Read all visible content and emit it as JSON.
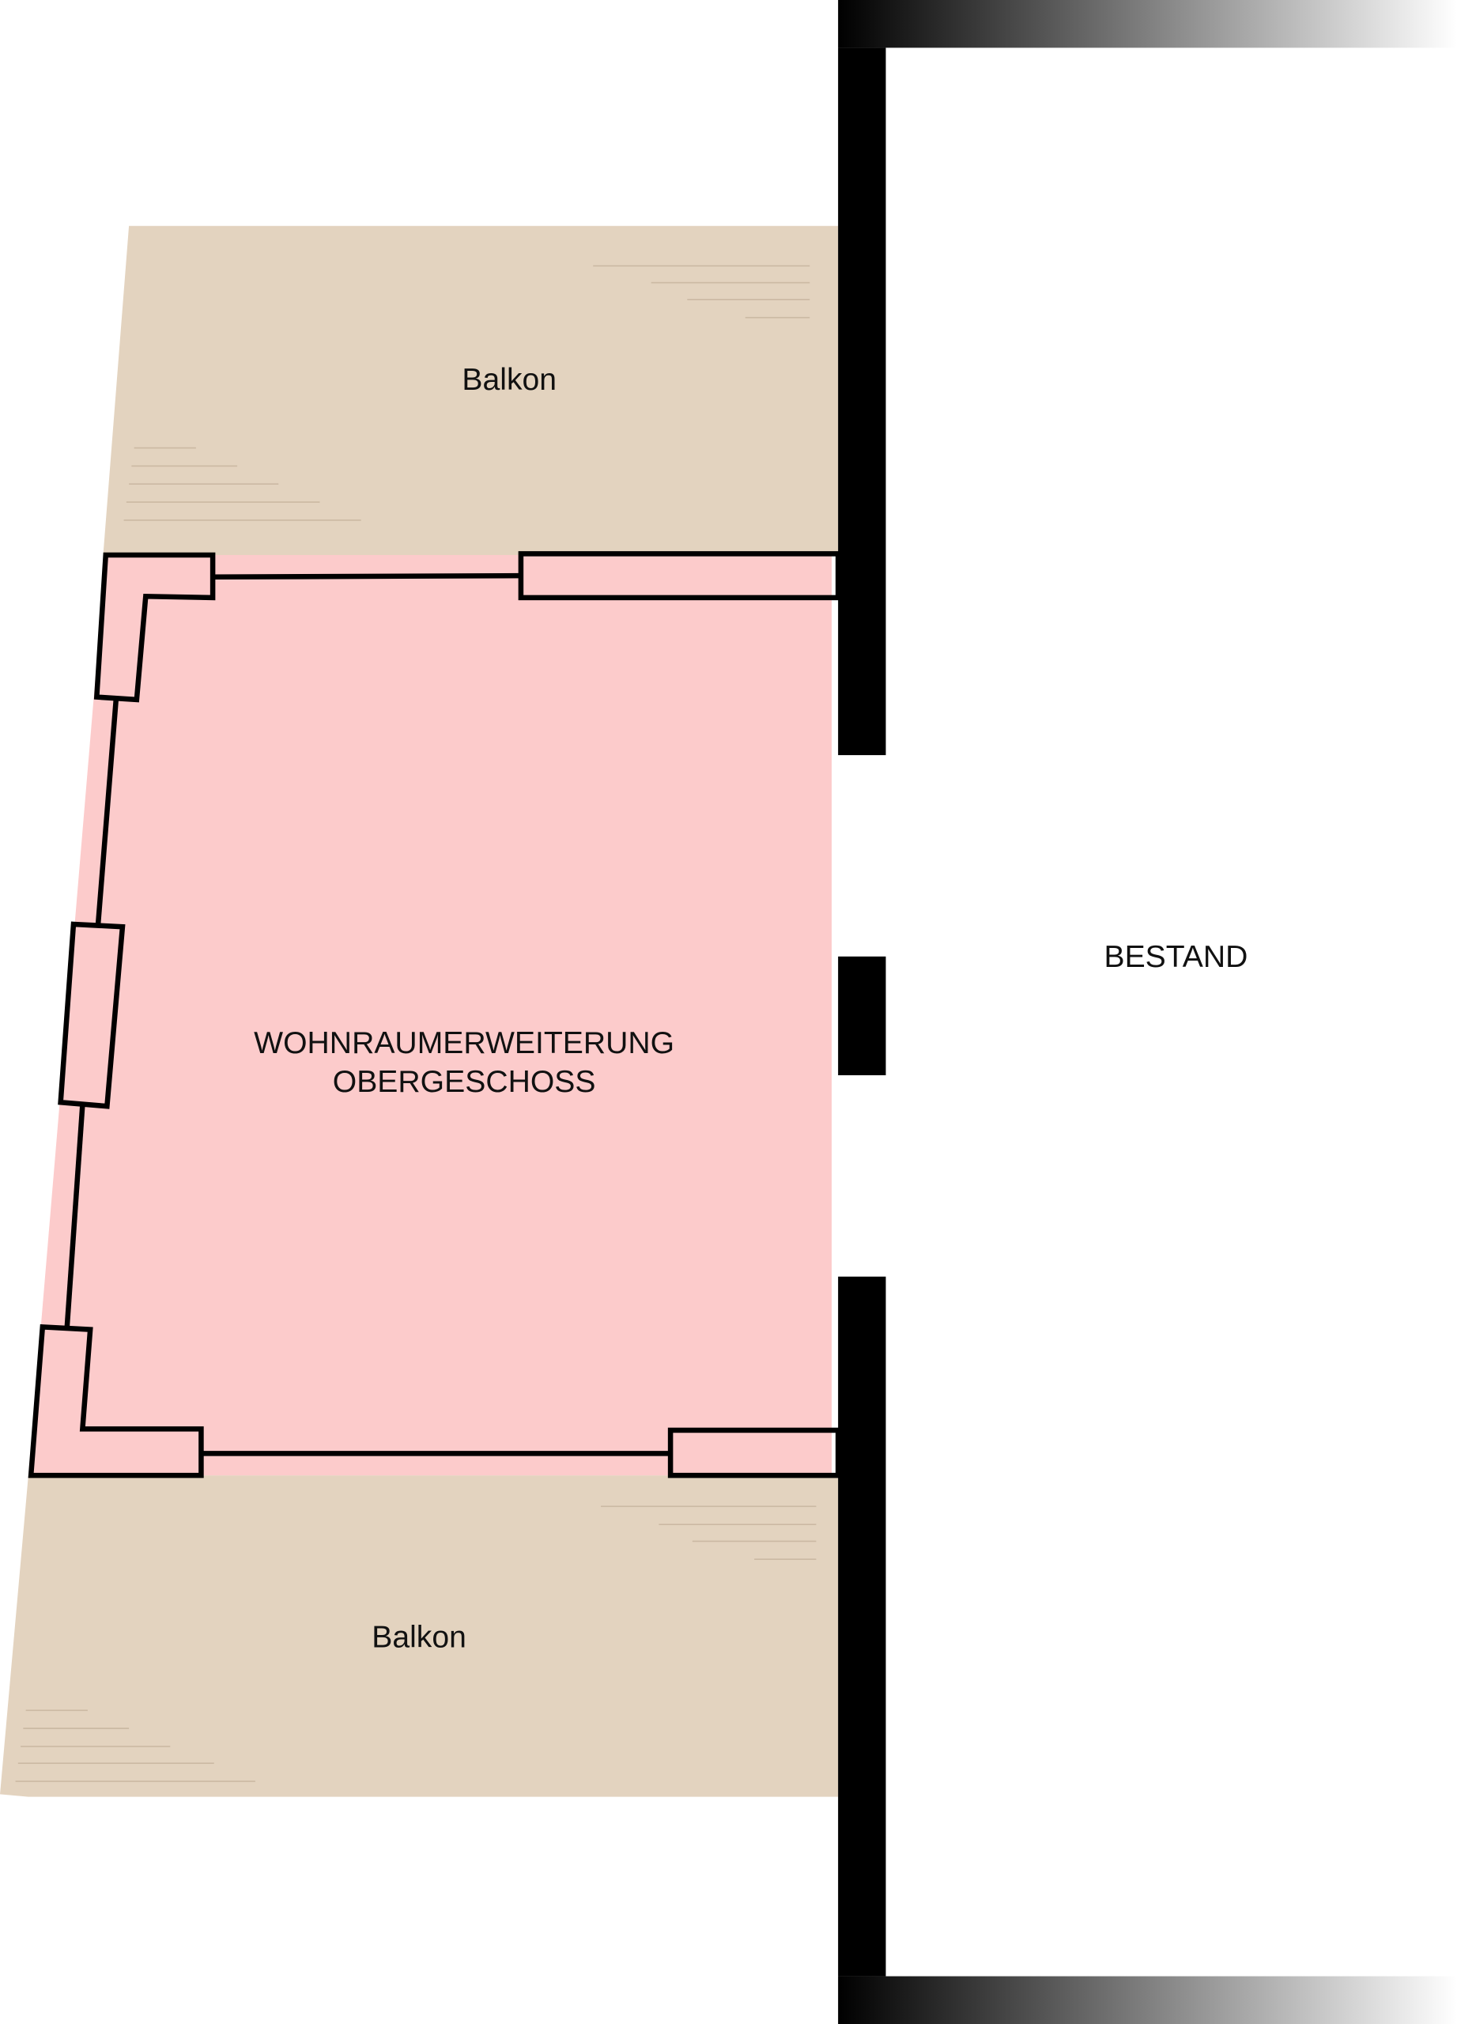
{
  "plan": {
    "rooms": {
      "balcony_top": "Balkon",
      "balcony_bottom": "Balkon",
      "extension_line1": "WOHNRAUMERWEITERUNG",
      "extension_line2": "OBERGESCHOSS",
      "existing": "BESTAND"
    },
    "colors": {
      "balcony": "#e3d3bf",
      "extension": "#fccbcb",
      "wall": "#000000"
    }
  }
}
